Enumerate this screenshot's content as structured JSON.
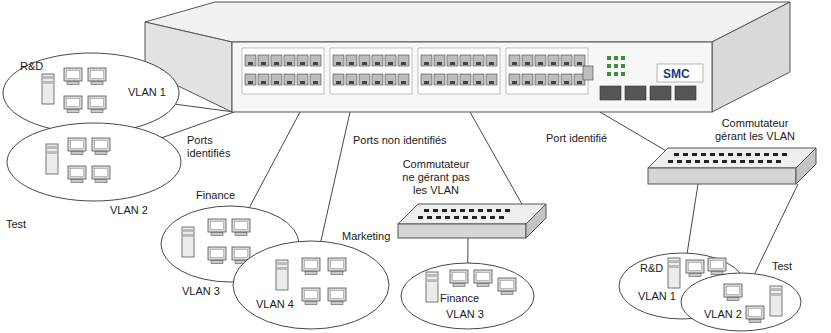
{
  "diagram": {
    "nodes": [
      {
        "text": [
          "SMC"
        ]
      },
      {
        "text": [
          "R&D",
          "VLAN 1"
        ]
      },
      {
        "text": [
          "VLAN 2",
          "Test"
        ]
      },
      {
        "text": [
          "Finance",
          "VLAN 3"
        ]
      },
      {
        "text": [
          "Marketing",
          "VLAN 4"
        ]
      },
      {
        "text": [
          "Commutateur ne gérant pas les VLAN"
        ]
      },
      {
        "text": [
          "Finance",
          "VLAN 3"
        ]
      },
      {
        "text": [
          "Commutateur gérant les VLAN"
        ]
      },
      {
        "text": [
          "R&D",
          "VLAN 1"
        ]
      },
      {
        "text": [
          "Test",
          "VLAN 2"
        ]
      }
    ],
    "edges": [
      {
        "from": 0,
        "to": 1,
        "arrow": "none"
      },
      {
        "from": 0,
        "to": 2,
        "arrow": "none"
      },
      {
        "from": 0,
        "to": 3,
        "arrow": "none"
      },
      {
        "from": 0,
        "to": 4,
        "arrow": "none"
      },
      {
        "from": 0,
        "to": 5,
        "arrow": "none"
      },
      {
        "from": 0,
        "to": 7,
        "arrow": "none"
      },
      {
        "from": 5,
        "to": 6,
        "arrow": "none"
      },
      {
        "from": 7,
        "to": 8,
        "arrow": "none"
      },
      {
        "from": 7,
        "to": 9,
        "arrow": "none"
      }
    ],
    "labels": [
      "Ports identifiés",
      "Ports non identifiés",
      "Port identifié"
    ]
  }
}
